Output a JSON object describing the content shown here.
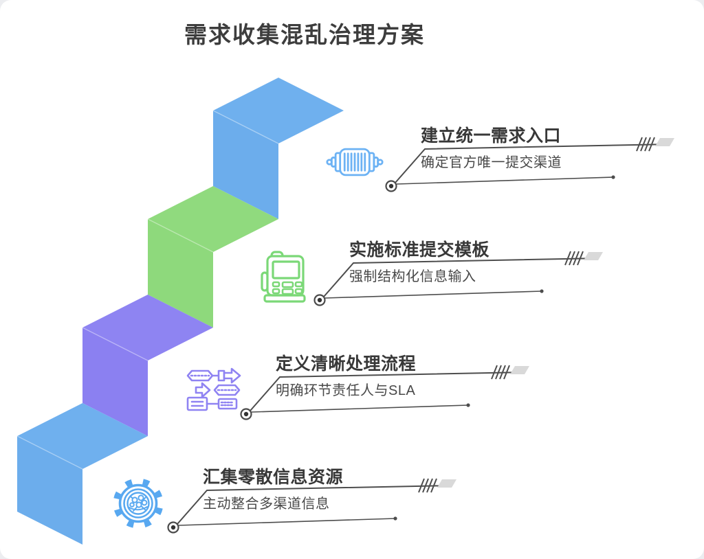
{
  "page": {
    "title": "需求收集混乱治理方案",
    "background_color": "#ecedf0",
    "card_color": "#ffffff"
  },
  "staircase": {
    "description": "four-step isometric zigzag staircase, bottom-left to top-right",
    "step_colors": [
      "#6cadec",
      "#8ed97c",
      "#8b80f1",
      "#6cadec"
    ]
  },
  "connector": {
    "line_color": "#4d4d4d",
    "hatch_marks": "////",
    "tail_block_color": "#d9d9d9"
  },
  "steps": [
    {
      "title": "建立统一需求入口",
      "subtitle": "确定官方唯一提交渠道",
      "icon": "motor-coil-icon",
      "icon_color": "#6cb2f4"
    },
    {
      "title": "实施标准提交模板",
      "subtitle": "强制结构化信息输入",
      "icon": "terminal-device-icon",
      "icon_color": "#7bd877"
    },
    {
      "title": "定义清晰处理流程",
      "subtitle": "明确环节责任人与SLA",
      "icon": "flowchart-icon",
      "icon_color": "#8f83f2"
    },
    {
      "title": "汇集零散信息资源",
      "subtitle": "主动整合多渠道信息",
      "icon": "gear-globe-icon",
      "icon_color": "#58a8f0"
    }
  ]
}
